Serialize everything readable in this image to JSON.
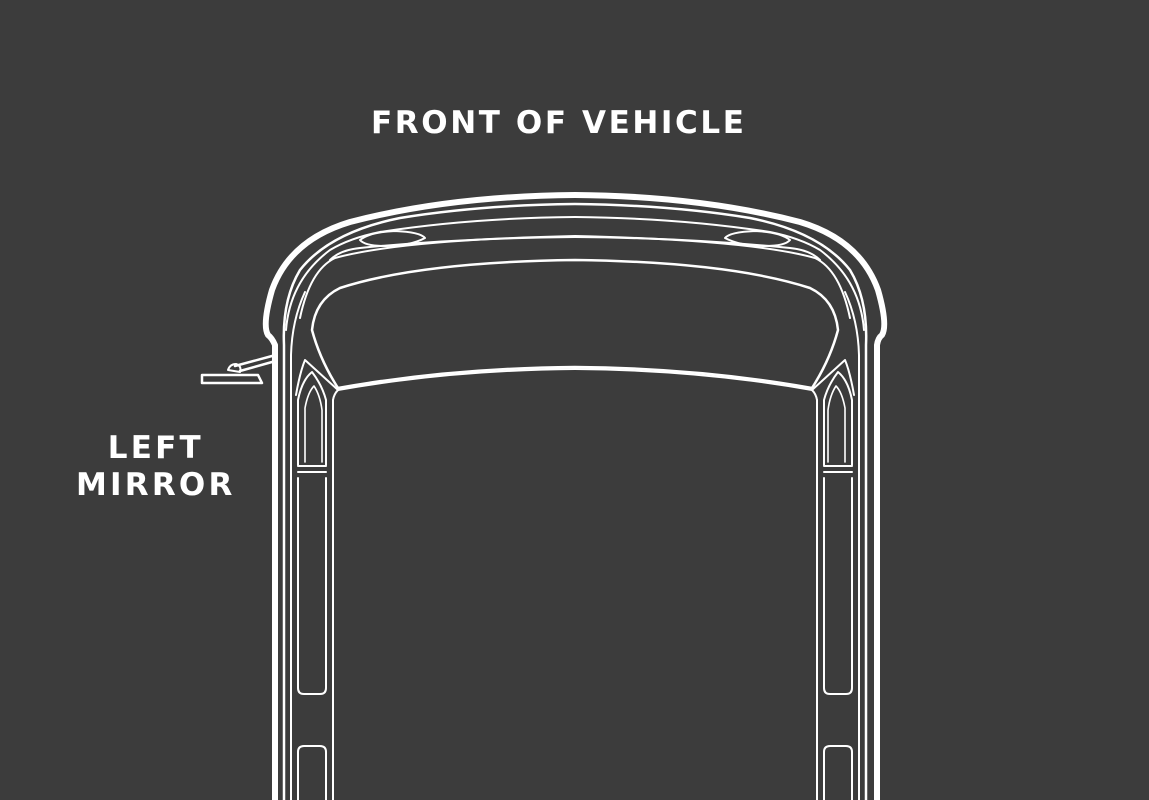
{
  "diagram": {
    "type": "vehicle-top-view-line-drawing",
    "background_color": "#3c3c3c",
    "line_color": "#ffffff",
    "labels": {
      "front": "FRONT OF VEHICLE",
      "mirror_line1": "LEFT",
      "mirror_line2": "MIRROR"
    },
    "parts": [
      "hood",
      "windshield",
      "roof",
      "left-a-pillar",
      "right-a-pillar",
      "left-door-panels",
      "right-door-panels",
      "left-mirror"
    ]
  }
}
